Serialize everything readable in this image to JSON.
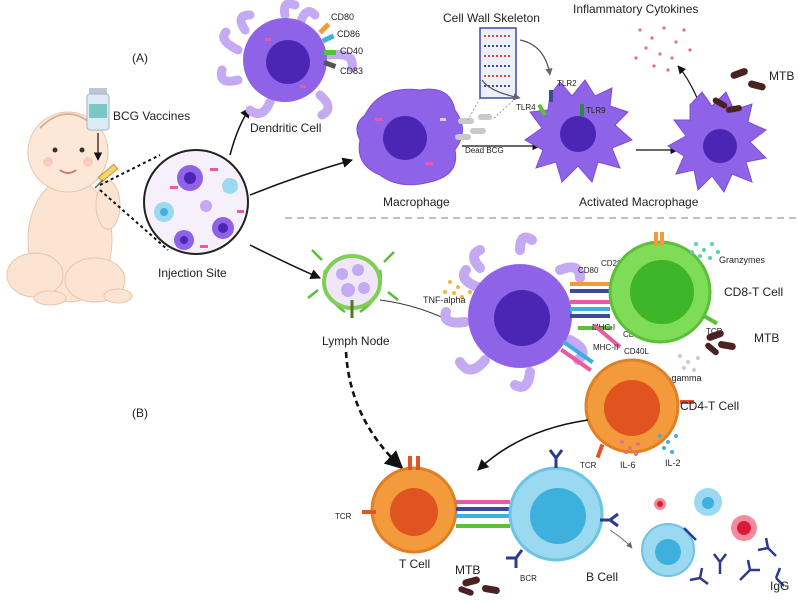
{
  "panels": {
    "a": "(A)",
    "b": "(B)"
  },
  "labels": {
    "bcg_vaccines": "BCG Vaccines",
    "injection_site": "Injection Site",
    "dendritic_cell": "Dendritic Cell",
    "macrophage": "Macrophage",
    "dead_bcg": "Dead BCG",
    "cell_wall_skeleton": "Cell Wall Skeleton",
    "inflammatory_cytokines": "Inflammatory Cytokines",
    "activated_macrophage": "Activated Macrophage",
    "mtb_top": "MTB",
    "lymph_node": "Lymph Node",
    "tnf_alpha": "TNF-alpha",
    "granzymes": "Granzymes",
    "cd8_t_cell": "CD8-T Cell",
    "mtb_mid": "MTB",
    "ifn_gamma": "IFN-gamma",
    "cd4_t_cell": "CD4-T Cell",
    "il2": "IL-2",
    "il6": "IL-6",
    "t_cell": "T Cell",
    "b_cell": "B Cell",
    "bcr": "BCR",
    "mtb_bottom": "MTB",
    "igg": "IgG"
  },
  "receptors": {
    "cd80_top": "CD80",
    "cd86": "CD86",
    "cd40_top": "CD40",
    "cd83": "CD83",
    "tlr2": "TLR2",
    "tlr4": "TLR4",
    "tlr9": "TLR9",
    "cd80_mid": "CD80",
    "cd28": "CD28",
    "mhc1": "MHC-I",
    "cd40_mid": "CD40",
    "cd40l": "CD40L",
    "mhc2": "MHC-II",
    "tcr_cd8": "TCR",
    "tcr_cd4": "TCR",
    "tcr_t": "TCR"
  },
  "colors": {
    "purple_cell": "#8f63e8",
    "purple_nucleus": "#4b25b4",
    "dc_arm": "#c4a9f3",
    "green_cell": "#7fdc57",
    "green_nucleus": "#3fb52a",
    "orange_cell": "#f39a3d",
    "orange_nucleus": "#e0551f",
    "cyan_cell": "#9ad9ef",
    "cyan_nucleus": "#3eb0dd",
    "mtb": "#4a2222",
    "dashed_divider": "#999999"
  }
}
